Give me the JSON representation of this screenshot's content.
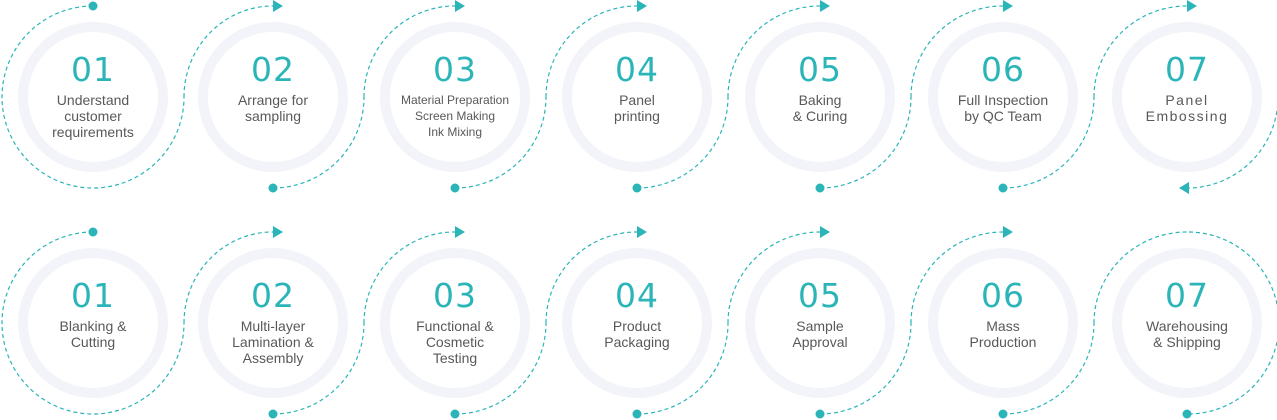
{
  "colors": {
    "accent": "#2bb5b9",
    "ring": "#f3f4f9",
    "label": "#595959"
  },
  "rows": [
    {
      "name": "process-row-1",
      "steps": [
        {
          "number": "01",
          "lines": [
            "Understand",
            "customer",
            "requirements"
          ]
        },
        {
          "number": "02",
          "lines": [
            "Arrange for",
            "sampling"
          ]
        },
        {
          "number": "03",
          "lines": [
            "Material Preparation",
            "Screen Making",
            "Ink Mixing"
          ],
          "small": true
        },
        {
          "number": "04",
          "lines": [
            "Panel",
            "printing"
          ]
        },
        {
          "number": "05",
          "lines": [
            "Baking",
            "& Curing"
          ]
        },
        {
          "number": "06",
          "lines": [
            "Full Inspection",
            "by QC Team"
          ]
        },
        {
          "number": "07",
          "lines": [
            "Panel",
            "Embossing"
          ],
          "wide": true
        }
      ]
    },
    {
      "name": "process-row-2",
      "steps": [
        {
          "number": "01",
          "lines": [
            "Blanking &",
            "Cutting"
          ]
        },
        {
          "number": "02",
          "lines": [
            "Multi-layer",
            "Lamination &",
            "Assembly"
          ]
        },
        {
          "number": "03",
          "lines": [
            "Functional &",
            "Cosmetic",
            "Testing"
          ]
        },
        {
          "number": "04",
          "lines": [
            "Product",
            "Packaging"
          ]
        },
        {
          "number": "05",
          "lines": [
            "Sample",
            "Approval"
          ]
        },
        {
          "number": "06",
          "lines": [
            "Mass",
            "Production"
          ]
        },
        {
          "number": "07",
          "lines": [
            "Warehousing",
            "& Shipping"
          ]
        }
      ]
    }
  ]
}
